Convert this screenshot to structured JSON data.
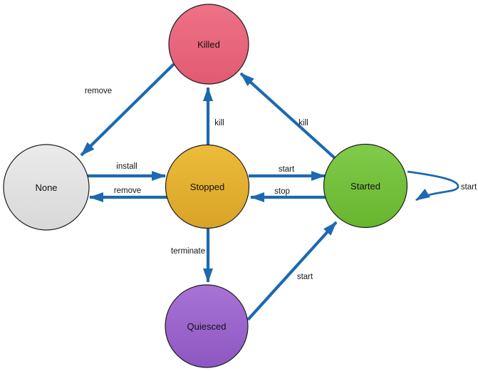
{
  "diagram": {
    "type": "state-transition-diagram",
    "arrow_color": "#1c69b0",
    "nodes": [
      {
        "id": "killed",
        "label": "Killed",
        "color_top": "#ee7287",
        "color_bottom": "#e25a72"
      },
      {
        "id": "none",
        "label": "None",
        "color_top": "#ebebeb",
        "color_bottom": "#d8d8d8"
      },
      {
        "id": "stopped",
        "label": "Stopped",
        "color_top": "#ecbc3a",
        "color_bottom": "#d9a327"
      },
      {
        "id": "started",
        "label": "Started",
        "color_top": "#80cb4a",
        "color_bottom": "#68b52f"
      },
      {
        "id": "quiesced",
        "label": "Quiesced",
        "color_top": "#a873d6",
        "color_bottom": "#8d57c1"
      }
    ],
    "edges": [
      {
        "from": "Killed",
        "to": "None",
        "label": "remove"
      },
      {
        "from": "None",
        "to": "Stopped",
        "label": "install"
      },
      {
        "from": "Stopped",
        "to": "None",
        "label": "remove"
      },
      {
        "from": "Stopped",
        "to": "Killed",
        "label": "kill"
      },
      {
        "from": "Started",
        "to": "Killed",
        "label": "kill"
      },
      {
        "from": "Stopped",
        "to": "Started",
        "label": "start"
      },
      {
        "from": "Started",
        "to": "Stopped",
        "label": "stop"
      },
      {
        "from": "Started",
        "to": "Started",
        "label": "start"
      },
      {
        "from": "Stopped",
        "to": "Quiesced",
        "label": "terminate"
      },
      {
        "from": "Quiesced",
        "to": "Started",
        "label": "start"
      }
    ]
  }
}
